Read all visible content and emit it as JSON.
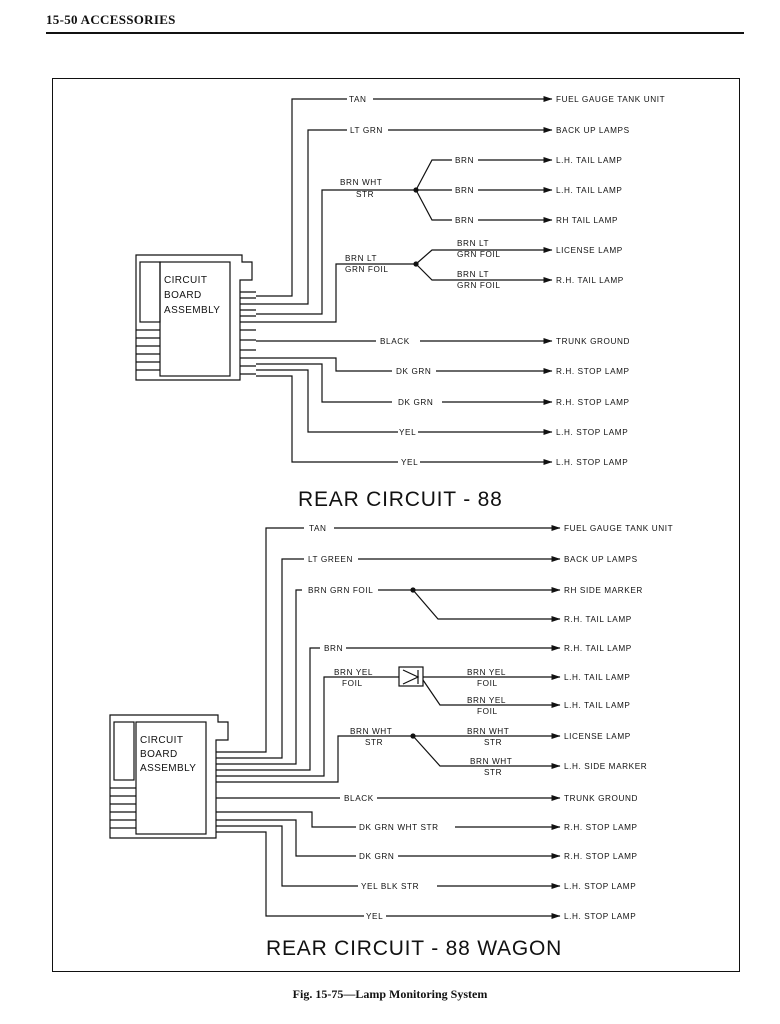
{
  "header": {
    "text": "15-50  ACCESSORIES"
  },
  "caption": "Fig. 15-75—Lamp Monitoring System",
  "diagram1": {
    "title": "REAR CIRCUIT - 88",
    "module_label": [
      "CIRCUIT",
      "BOARD",
      "ASSEMBLY"
    ],
    "wires": {
      "tan": "TAN",
      "lt_grn": "LT GRN",
      "brn_wht_str_1": "BRN WHT",
      "brn_wht_str_2": "STR",
      "brn_a": "BRN",
      "brn_b": "BRN",
      "brn_c": "BRN",
      "brn_lt_grn_foil_1": "BRN LT",
      "brn_lt_grn_foil_2": "GRN FOIL",
      "lic_1": "BRN LT",
      "lic_2": "GRN FOIL",
      "rh_1": "BRN LT",
      "rh_2": "GRN FOIL",
      "black": "BLACK",
      "dk_grn_1": "DK GRN",
      "dk_grn_2": "DK GRN",
      "yel_1": "YEL",
      "yel_2": "YEL"
    },
    "dest": {
      "fuel": "FUEL GAUGE TANK UNIT",
      "backup": "BACK UP LAMPS",
      "lh_tail_1": "L.H. TAIL LAMP",
      "lh_tail_2": "L.H. TAIL LAMP",
      "rh_tail_1": "RH TAIL LAMP",
      "license": "LICENSE LAMP",
      "rh_tail_2": "R.H. TAIL LAMP",
      "trunk": "TRUNK GROUND",
      "rh_stop_1": "R.H. STOP LAMP",
      "rh_stop_2": "R.H. STOP LAMP",
      "lh_stop_1": "L.H. STOP LAMP",
      "lh_stop_2": "L.H. STOP LAMP"
    }
  },
  "diagram2": {
    "title": "REAR CIRCUIT - 88 WAGON",
    "module_label": [
      "CIRCUIT",
      "BOARD",
      "ASSEMBLY"
    ],
    "wires": {
      "tan": "TAN",
      "lt_green": "LT GREEN",
      "brn_grn_foil": "BRN GRN FOIL",
      "brn": "BRN",
      "brn_yel_foil_1": "BRN YEL",
      "brn_yel_foil_2": "FOIL",
      "a_1": "BRN YEL",
      "a_2": "FOIL",
      "b_1": "BRN YEL",
      "b_2": "FOIL",
      "brn_wht_str_1": "BRN WHT",
      "brn_wht_str_2": "STR",
      "c_1": "BRN WHT",
      "c_2": "STR",
      "d_1": "BRN WHT",
      "d_2": "STR",
      "black": "BLACK",
      "dk_grn_wht_str": "DK GRN WHT STR",
      "dk_grn": "DK GRN",
      "yel_blk_str": "YEL BLK STR",
      "yel": "YEL"
    },
    "dest": {
      "fuel": "FUEL GAUGE TANK UNIT",
      "backup": "BACK UP LAMPS",
      "rh_side": "RH SIDE MARKER",
      "rh_tail_1": "R.H. TAIL LAMP",
      "rh_tail_2": "R.H. TAIL LAMP",
      "lh_tail_1": "L.H. TAIL LAMP",
      "lh_tail_2": "L.H. TAIL LAMP",
      "license": "LICENSE LAMP",
      "lh_side": "L.H. SIDE MARKER",
      "trunk": "TRUNK GROUND",
      "rh_stop_1": "R.H. STOP LAMP",
      "rh_stop_2": "R.H. STOP LAMP",
      "lh_stop_1": "L.H. STOP LAMP",
      "lh_stop_2": "L.H. STOP LAMP"
    }
  }
}
